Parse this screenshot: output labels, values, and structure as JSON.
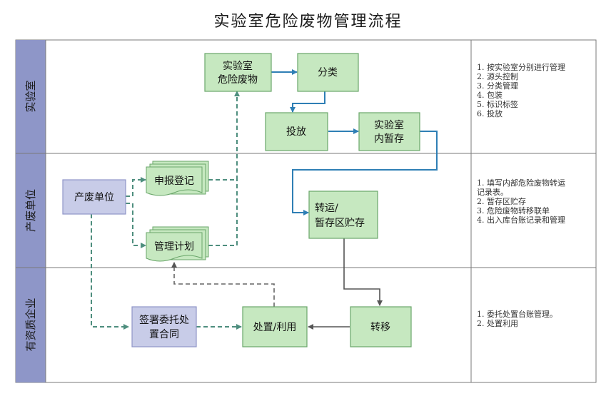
{
  "title": "实验室危险废物管理流程",
  "lanes": [
    "实验室",
    "产废单位",
    "有资质企业"
  ],
  "boxes": {
    "lab_waste": [
      "实验室",
      "危险废物"
    ],
    "classify": [
      "分类"
    ],
    "dispose": [
      "投放"
    ],
    "temp_store": [
      "实验室",
      "内暂存"
    ],
    "unit": [
      "产废单位"
    ],
    "report": [
      "申报登记"
    ],
    "plan": [
      "管理计划"
    ],
    "transfer_store": [
      "转运/",
      "暂存区贮存"
    ],
    "contract": [
      "签署委托处",
      "置合同"
    ],
    "process": [
      "处置/利用"
    ],
    "transfer": [
      "转移"
    ]
  },
  "notes": {
    "lab": [
      "1. 按实验室分别进行管理",
      "2. 源头控制",
      "3. 分类管理",
      "4. 包装",
      "5. 标识标签",
      "6. 投放"
    ],
    "unit": [
      "1. 填写内部危险废物转运",
      "记录表。",
      "2. 暂存区贮存",
      "3. 危险废物转移联单",
      "4. 出入库台账记录和管理"
    ],
    "company": [
      "1. 委托处置台账管理。",
      "2. 处置利用"
    ]
  },
  "colors": {
    "lane_header": "#8e96c8",
    "green_fill": "#c6e8c0",
    "green_stroke": "#6aa66a",
    "blue_fill": "#c8cce8",
    "blue_stroke": "#8f95c8",
    "arrow_blue": "#2f7fb5",
    "arrow_green": "#4e8e7e",
    "arrow_dark": "#555555"
  }
}
